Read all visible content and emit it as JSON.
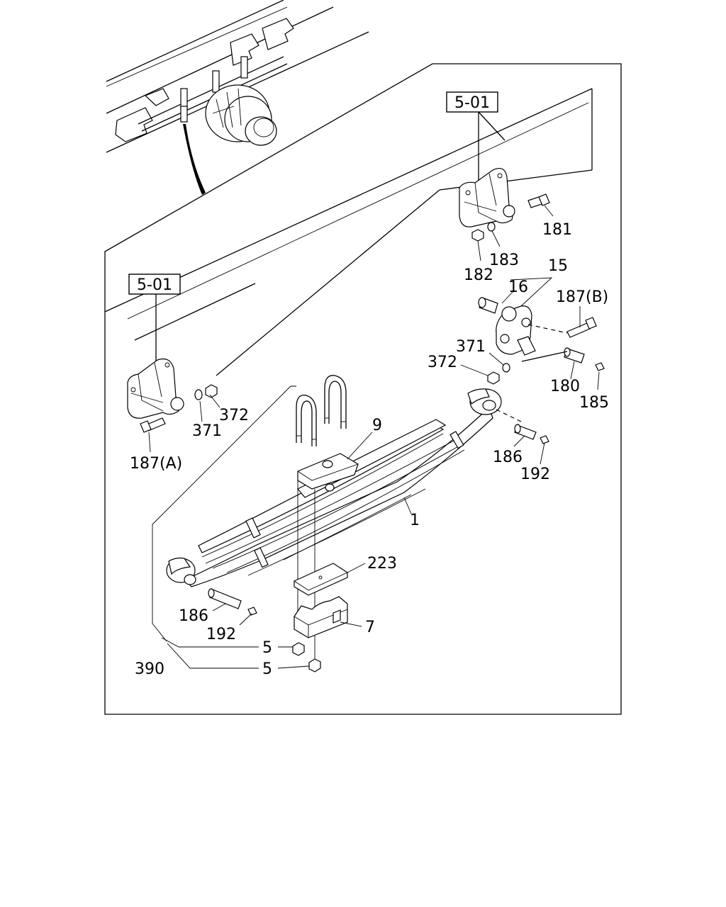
{
  "diagram": {
    "references": [
      "5-01",
      "5-01"
    ],
    "callouts": {
      "c181": "181",
      "c182": "182",
      "c183": "183",
      "c15": "15",
      "c16": "16",
      "c187b": "187(B)",
      "c371r": "371",
      "c372r": "372",
      "c180": "180",
      "c185": "185",
      "c372l": "372",
      "c371l": "371",
      "c187a": "187(A)",
      "c9": "9",
      "c186r": "186",
      "c192r": "192",
      "c1": "1",
      "c223": "223",
      "c186l": "186",
      "c192l": "192",
      "c7": "7",
      "c5a": "5",
      "c5b": "5",
      "c390": "390"
    }
  }
}
